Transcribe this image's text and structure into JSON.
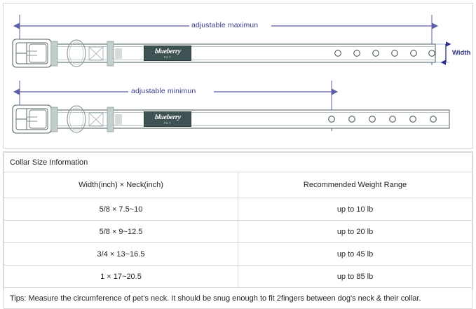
{
  "diagram": {
    "max_label": "adjustable maximun",
    "min_label": "adjustable minimun",
    "width_label": "Width",
    "logo": {
      "brand": "blueberry",
      "sub": "PET"
    },
    "accent_color": "#3b3f8c",
    "strap_color": "#ffffff",
    "patch_color": "#3f5253",
    "hardware_color": "#b9c6c6",
    "top_collar": {
      "holes": 6,
      "dimension_end_hole_index": 5
    },
    "bottom_collar": {
      "holes": 6,
      "dimension_end_hole_index": 0
    }
  },
  "table": {
    "title": "Collar Size Information",
    "headers": [
      "Width(inch)  ×  Neck(inch)",
      "Recommended Weight Range"
    ],
    "rows": [
      [
        "5/8 × 7.5~10",
        "up to 10 lb"
      ],
      [
        "5/8 × 9~12.5",
        "up to 20 lb"
      ],
      [
        "3/4 × 13~16.5",
        "up to 45 lb"
      ],
      [
        "1 × 17~20.5",
        "up to 85 lb"
      ]
    ],
    "tips": "Tips: Measure the circumference of pet's neck. It should be snug enough to fit 2fingers between dog's neck & their collar."
  }
}
